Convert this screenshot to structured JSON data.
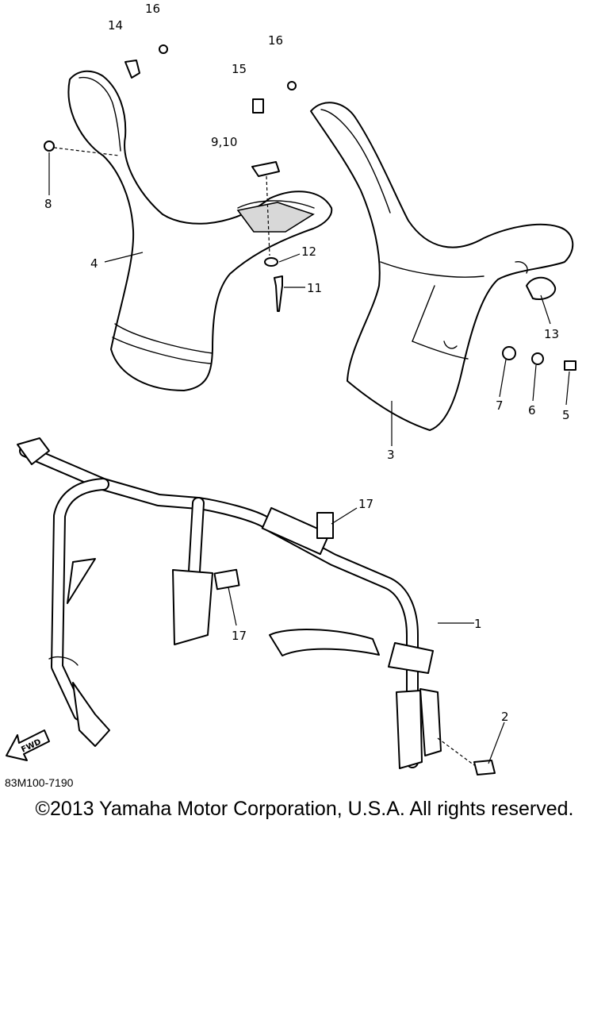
{
  "diagram": {
    "code": "83M100-7190",
    "copyright": "©2013 Yamaha Motor Corporation, U.S.A. All rights reserved.",
    "direction_marker": "FWD",
    "callouts": [
      "1",
      "2",
      "3",
      "4",
      "5",
      "6",
      "7",
      "8",
      "9,10",
      "11",
      "12",
      "13",
      "14",
      "15",
      "16",
      "16",
      "17",
      "17"
    ]
  }
}
